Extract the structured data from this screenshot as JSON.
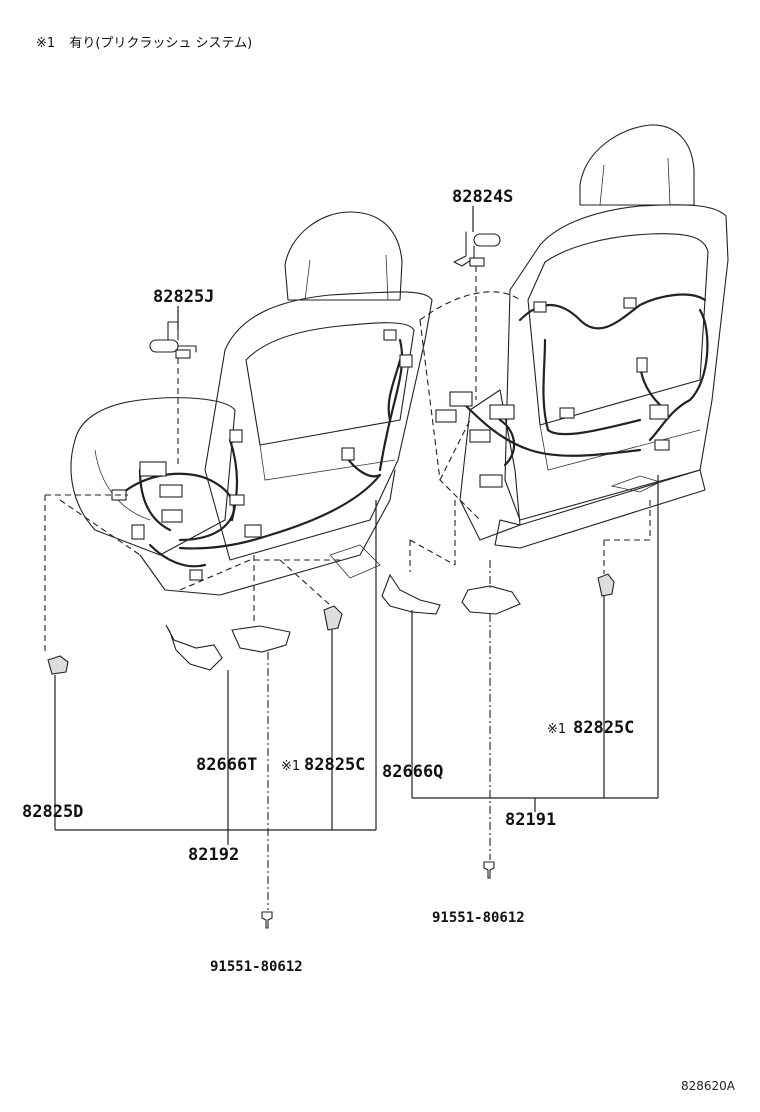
{
  "header_note": {
    "mark": "※1",
    "text": "有り(プリクラッシュ システム)"
  },
  "part_labels": {
    "p82825J": "82825J",
    "p82824S": "82824S",
    "p82825D": "82825D",
    "p82666T": "82666T",
    "p82825C_left_mark": "※1",
    "p82825C_left": "82825C",
    "p82666Q": "82666Q",
    "p82825C_right_mark": "※1",
    "p82825C_right": "82825C",
    "p82192": "82192",
    "p82191": "82191",
    "bolt_left": "91551-80612",
    "bolt_right": "91551-80612"
  },
  "diagram_code": "828620A"
}
